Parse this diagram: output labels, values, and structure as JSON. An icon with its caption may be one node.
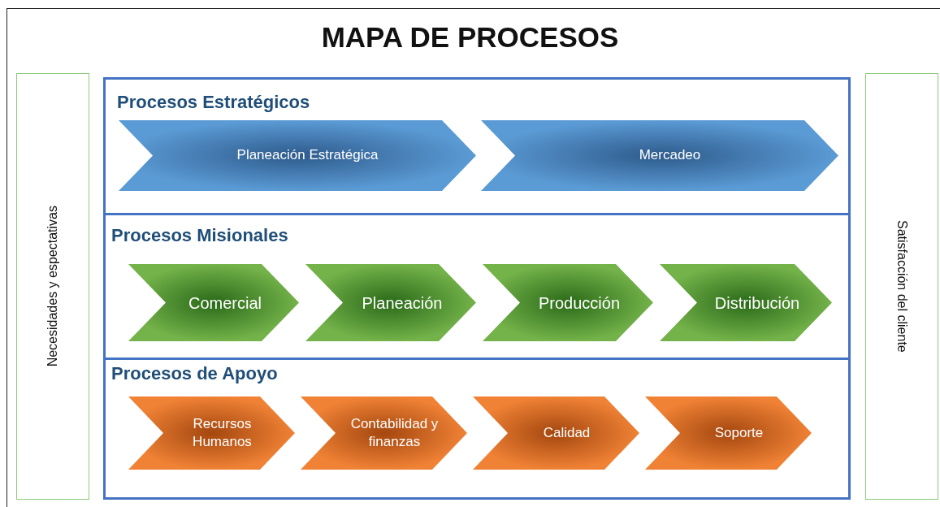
{
  "diagram": {
    "title": "MAPA DE PROCESOS",
    "nodes": [
      {
        "text": [
          "Necesidades y espectativas"
        ]
      },
      {
        "text": [
          "Procesos Estratégicos"
        ]
      },
      {
        "text": [
          "Planeación Estratégica"
        ],
        "in": 1
      },
      {
        "text": [
          "Mercadeo"
        ],
        "in": 1
      },
      {
        "text": [
          "Procesos Misionales"
        ]
      },
      {
        "text": [
          "Comercial"
        ],
        "in": 4
      },
      {
        "text": [
          "Planeación"
        ],
        "in": 4
      },
      {
        "text": [
          "Producción"
        ],
        "in": 4
      },
      {
        "text": [
          "Distribución"
        ],
        "in": 4
      },
      {
        "text": [
          "Procesos de Apoyo"
        ]
      },
      {
        "text": [
          "Recursos Humanos"
        ],
        "in": 9
      },
      {
        "text": [
          "Contabilidad y finanzas"
        ],
        "in": 9
      },
      {
        "text": [
          "Calidad"
        ],
        "in": 9
      },
      {
        "text": [
          "Soporte"
        ],
        "in": 9
      },
      {
        "text": [
          "Satisfacción del cliente"
        ]
      }
    ]
  }
}
